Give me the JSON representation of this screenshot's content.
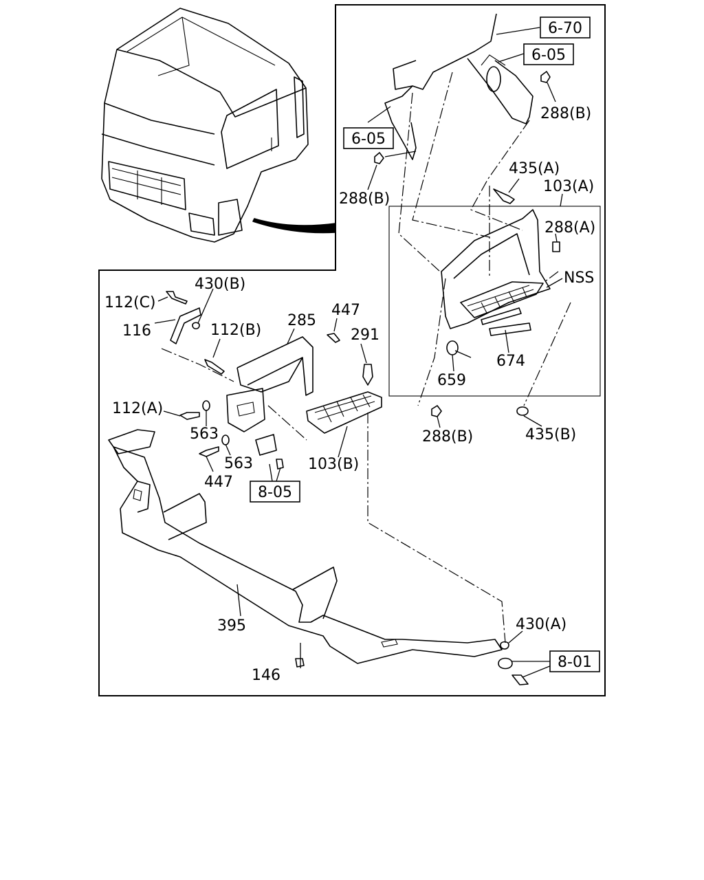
{
  "callouts": {
    "ref_6_70": "6-70",
    "ref_6_05_top": "6-05",
    "ref_6_05_left": "6-05",
    "ref_8_05": "8-05",
    "ref_8_01": "8-01"
  },
  "labels": {
    "p288B_top": "288(B)",
    "p288B_left": "288(B)",
    "p435A": "435(A)",
    "p103A": "103(A)",
    "p288A": "288(A)",
    "nss": "NSS",
    "p674": "674",
    "p659": "659",
    "p288B_bottom": "288(B)",
    "p435B": "435(B)",
    "p430B": "430(B)",
    "p112C": "112(C)",
    "p116": "116",
    "p112B": "112(B)",
    "p285": "285",
    "p447_top": "447",
    "p291": "291",
    "p112A": "112(A)",
    "p563_a": "563",
    "p563_b": "563",
    "p447_bottom": "447",
    "p103B": "103(B)",
    "p395": "395",
    "p430A": "430(A)",
    "p146": "146"
  }
}
